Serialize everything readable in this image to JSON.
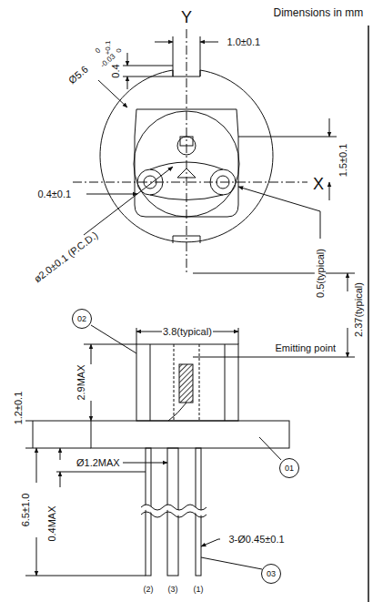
{
  "diagram": {
    "nodes": [
      {
        "text": [
          "02"
        ]
      },
      {
        "text": [
          "01"
        ]
      },
      {
        "text": [
          "03"
        ]
      }
    ],
    "labels": [
      "Dimensions in mm",
      "Y",
      "X",
      "0.4",
      "+0.1",
      "0",
      "1.0±0.1",
      "Ø5.6",
      "0",
      "-0.03",
      "1.5±0.1",
      "0.4±0.1",
      "ø2.0±0.1 (P.C.D.)",
      "0.5(typical)",
      "3.8(typical)",
      "2.37(typical)",
      "Emitting point",
      "2.9MAX",
      "1.2±0.1",
      "Ø1.2MAX",
      "6.5±1.0",
      "0.4MAX",
      "3-Ø0.45±0.1",
      "(2)",
      "(3)",
      "(1)"
    ]
  }
}
